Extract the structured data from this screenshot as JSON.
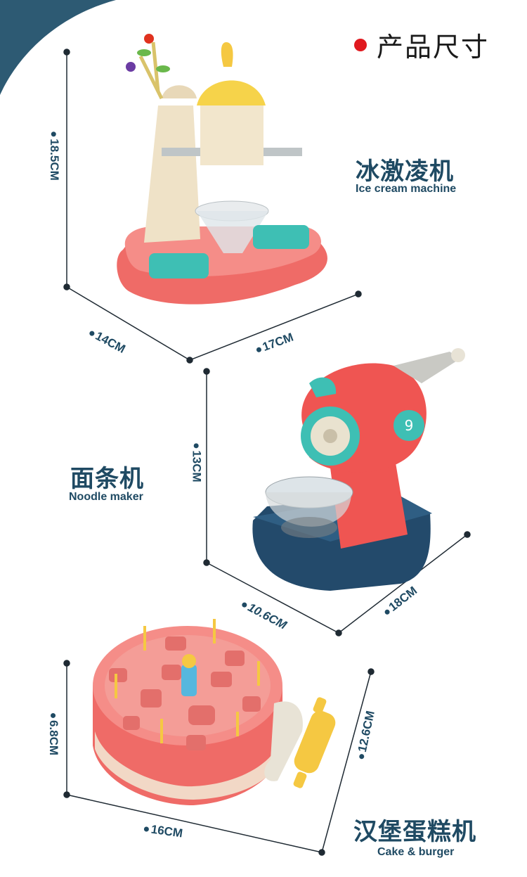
{
  "header": {
    "title": "产品尺寸"
  },
  "products": [
    {
      "name_zh": "冰激凌机",
      "name_en": "Ice cream machine",
      "dims": {
        "height": "18.5CM",
        "depth": "14CM",
        "width": "17CM"
      }
    },
    {
      "name_zh": "面条机",
      "name_en": "Noodle maker",
      "dims": {
        "height": "13CM",
        "depth": "10.6CM",
        "width": "18CM"
      }
    },
    {
      "name_zh": "汉堡蛋糕机",
      "name_en": "Cake & burger",
      "dims": {
        "height": "6.8CM",
        "width": "16CM",
        "depth": "12.6CM"
      }
    }
  ],
  "colors": {
    "accent": "#e0191f",
    "text": "#1f4a63",
    "corner": "#2d5a73"
  }
}
